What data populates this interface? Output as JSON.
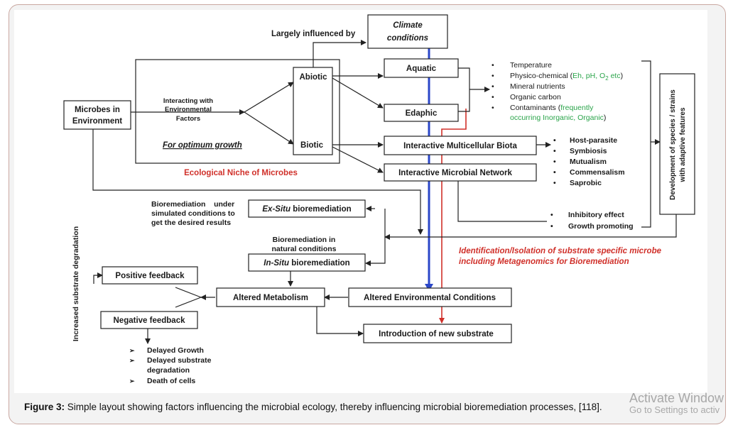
{
  "nodes": {
    "climate": [
      "Climate",
      "conditions"
    ],
    "largely_influenced": "Largely influenced by",
    "microbes": [
      "Microbes in",
      "Environment"
    ],
    "interacting": [
      "Interacting with",
      "Environmental",
      "Factors"
    ],
    "optimum": "For optimum growth",
    "abiotic": "Abiotic",
    "biotic": "Biotic",
    "niche": "Ecological Niche of Microbes",
    "aquatic": "Aquatic",
    "edaphic": "Edaphic",
    "multicellular": "Interactive Multicellular Biota",
    "network": "Interactive Microbial Network",
    "development": [
      "Development of species / strains",
      "with adaptive features"
    ],
    "exsitu_desc": [
      "Bioremediation    under",
      "simulated conditions to",
      "get the desired results"
    ],
    "exsitu_italic": "Ex-Situ",
    "exsitu_rest": " bioremediation",
    "insitu_desc": [
      "Bioremediation in",
      "natural conditions"
    ],
    "insitu_italic": "In-Situ",
    "insitu_rest": " bioremediation",
    "identification": [
      "Identification/Isolation of substrate specific microbe",
      "including Metagenomics for Bioremediation"
    ],
    "positive": "Positive feedback",
    "negative": "Negative feedback",
    "altered_metabolism": "Altered Metabolism",
    "altered_env": "Altered Environmental Conditions",
    "new_substrate": "Introduction of new substrate",
    "increased": "Increased substrate degradation"
  },
  "abiotic_factors": {
    "temperature": "Temperature",
    "physico": "Physico-chemical (",
    "physico_green": "Eh, pH, O",
    "physico_sub": "2",
    "physico_green2": " etc",
    "physico_close": ")",
    "mineral": "Mineral nutrients",
    "organic": "Organic carbon",
    "contaminants": "Contaminants (",
    "contaminants_green": "frequently",
    "contaminants_green2": "occurring Inorganic, Organic",
    "contaminants_close": ")"
  },
  "interactions": [
    "Host-parasite",
    "Symbiosis",
    "Mutualism",
    "Commensalism",
    "Saprobic"
  ],
  "effects": [
    "Inhibitory effect",
    "Growth promoting"
  ],
  "negative_outcomes": [
    "Delayed Growth",
    "Delayed substrate",
    "degradation",
    "Death of cells"
  ],
  "bullet": "•",
  "arrow_bullet": "➢",
  "caption": {
    "label": "Figure 3:",
    "text": " Simple layout showing factors influencing the microbial ecology, thereby influencing microbial bioremediation processes, [118]."
  },
  "watermark": [
    "Activate Window",
    "Go to Settings to activ"
  ],
  "colors": {
    "blue": "#2b47c8",
    "red": "#d0302a",
    "green": "#2aa44a"
  }
}
